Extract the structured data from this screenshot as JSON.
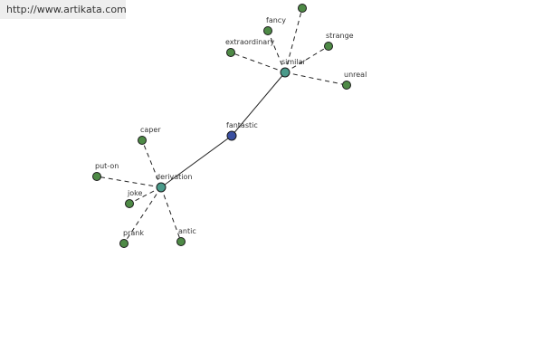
{
  "banner": {
    "url": "http://www.artikata.com"
  },
  "colors": {
    "root": "#3a4fa0",
    "hub": "#4a9a8a",
    "leaf": "#4e8a46",
    "edge": "#222222"
  },
  "graph": {
    "root": "fantastic",
    "nodes": [
      {
        "id": "fantastic",
        "label": "fantastic",
        "kind": "root"
      },
      {
        "id": "similar",
        "label": "similar",
        "kind": "hub"
      },
      {
        "id": "derivation",
        "label": "derivation",
        "kind": "hub"
      },
      {
        "id": "fancy",
        "label": "fancy",
        "kind": "leaf"
      },
      {
        "id": "extraordinary",
        "label": "extraordinary",
        "kind": "leaf"
      },
      {
        "id": "strange",
        "label": "strange",
        "kind": "leaf"
      },
      {
        "id": "unreal",
        "label": "unreal",
        "kind": "leaf"
      },
      {
        "id": "top-cut",
        "label": "",
        "kind": "leaf"
      },
      {
        "id": "caper",
        "label": "caper",
        "kind": "leaf"
      },
      {
        "id": "put-on",
        "label": "put-on",
        "kind": "leaf"
      },
      {
        "id": "joke",
        "label": "joke",
        "kind": "leaf"
      },
      {
        "id": "prank",
        "label": "prank",
        "kind": "leaf"
      },
      {
        "id": "antic",
        "label": "antic",
        "kind": "leaf"
      }
    ],
    "edges": [
      {
        "from": "fantastic",
        "to": "similar",
        "style": "solid"
      },
      {
        "from": "fantastic",
        "to": "derivation",
        "style": "solid"
      },
      {
        "from": "similar",
        "to": "fancy",
        "style": "dashed"
      },
      {
        "from": "similar",
        "to": "extraordinary",
        "style": "dashed"
      },
      {
        "from": "similar",
        "to": "strange",
        "style": "dashed"
      },
      {
        "from": "similar",
        "to": "unreal",
        "style": "dashed"
      },
      {
        "from": "similar",
        "to": "top-cut",
        "style": "dashed"
      },
      {
        "from": "derivation",
        "to": "caper",
        "style": "dashed"
      },
      {
        "from": "derivation",
        "to": "put-on",
        "style": "dashed"
      },
      {
        "from": "derivation",
        "to": "joke",
        "style": "dashed"
      },
      {
        "from": "derivation",
        "to": "prank",
        "style": "dashed"
      },
      {
        "from": "derivation",
        "to": "antic",
        "style": "dashed"
      }
    ]
  }
}
